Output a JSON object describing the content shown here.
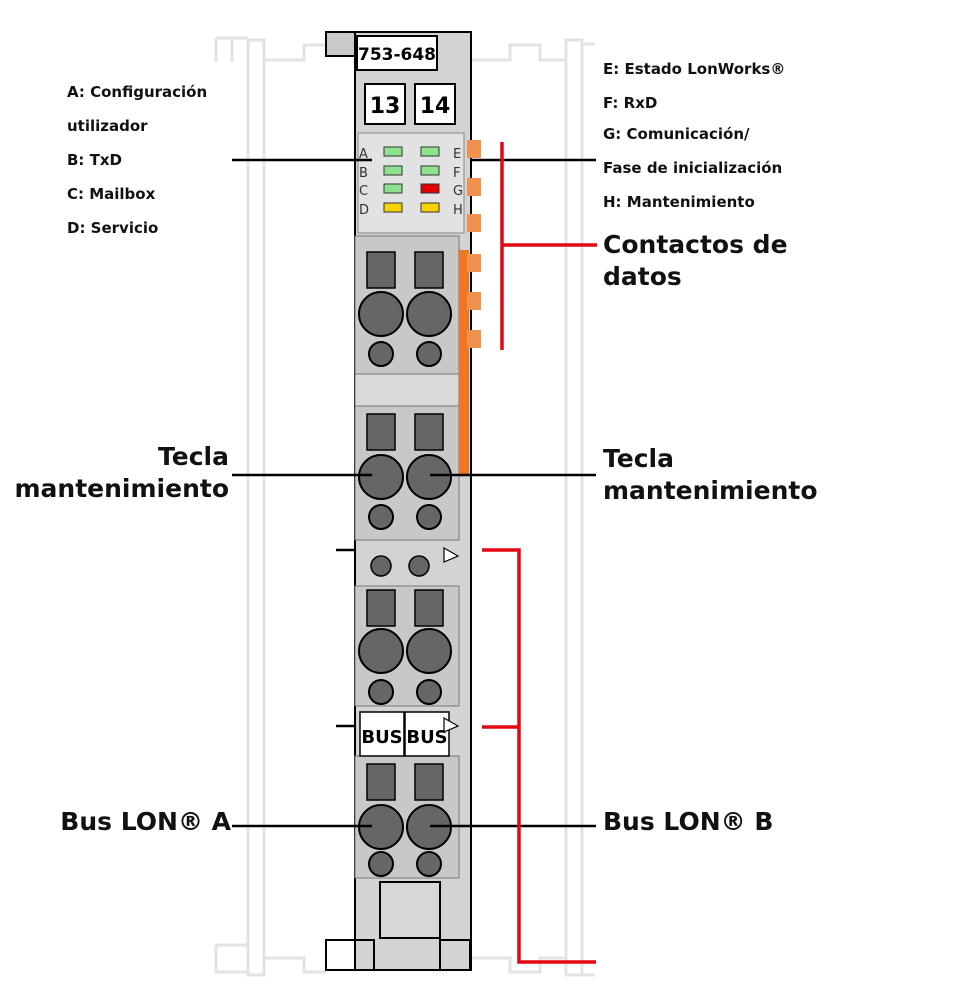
{
  "module": {
    "part_number": "753-648",
    "channels": [
      "13",
      "14"
    ],
    "terminal_labels": [
      "BUS",
      "BUS"
    ]
  },
  "led_panel": {
    "left_letters": [
      "A",
      "B",
      "C",
      "D"
    ],
    "right_letters": [
      "E",
      "F",
      "G",
      "H"
    ],
    "leds_left": [
      "#8ee28e",
      "#8ee28e",
      "#8ee28e",
      "#f7d400"
    ],
    "leds_right": [
      "#8ee28e",
      "#8ee28e",
      "#e00000",
      "#f7d400"
    ]
  },
  "left_legend": [
    "A: Configuración",
    "utilizador",
    "B: TxD",
    "C: Mailbox",
    "D: Servicio"
  ],
  "right_legend": [
    "E: Estado LonWorks®",
    "F: RxD",
    "G: Comunicación/",
    "Fase de inicialización",
    "H: Mantenimiento"
  ],
  "callouts": {
    "data_contacts": [
      "Contactos de",
      "datos"
    ],
    "service_key_left": [
      "Tecla",
      "mantenimiento"
    ],
    "service_key_right": [
      "Tecla",
      "mantenimiento"
    ],
    "bus_a": "Bus LON® A",
    "bus_b": "Bus LON® B"
  },
  "colors": {
    "housing": "#d3d3d3",
    "housing_dark": "#c8c8c8",
    "rail": "#e5e5e5",
    "terminal": "#666666",
    "leader_line": "#000000",
    "bracket": "#e30613",
    "data_contact": "#f1914f",
    "data_contact_strip": "#ee7722"
  }
}
